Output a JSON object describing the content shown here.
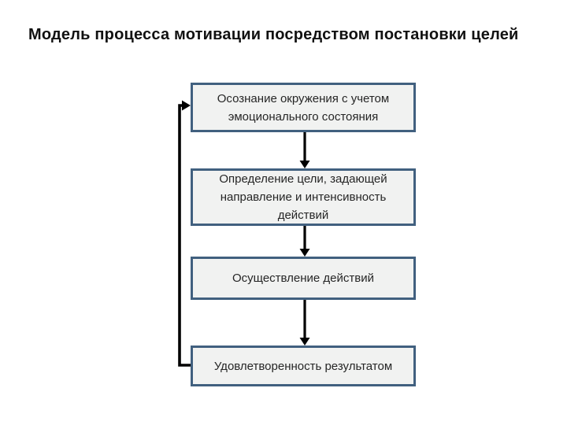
{
  "title": "Модель процесса мотивации посредством постановки целей",
  "diagram": {
    "boxes": [
      {
        "id": "awareness",
        "label": "Осознание окружения с учетом эмоционального состояния"
      },
      {
        "id": "goal",
        "label": "Определение цели, задающей направление и интенсивность действий"
      },
      {
        "id": "actions",
        "label": "Осуществление действий"
      },
      {
        "id": "satisfaction",
        "label": "Удовлетворенность результатом"
      }
    ],
    "connections": [
      {
        "from": "awareness",
        "to": "goal",
        "type": "arrow-down"
      },
      {
        "from": "goal",
        "to": "actions",
        "type": "arrow-down"
      },
      {
        "from": "actions",
        "to": "satisfaction",
        "type": "arrow-down"
      },
      {
        "from": "satisfaction",
        "to": "awareness",
        "type": "feedback-loop"
      }
    ],
    "colors": {
      "box_border": "#41607f",
      "box_fill": "#f1f2f1",
      "arrow": "#000000",
      "title_text": "#111111",
      "box_text": "#262626",
      "background": "#ffffff"
    }
  }
}
